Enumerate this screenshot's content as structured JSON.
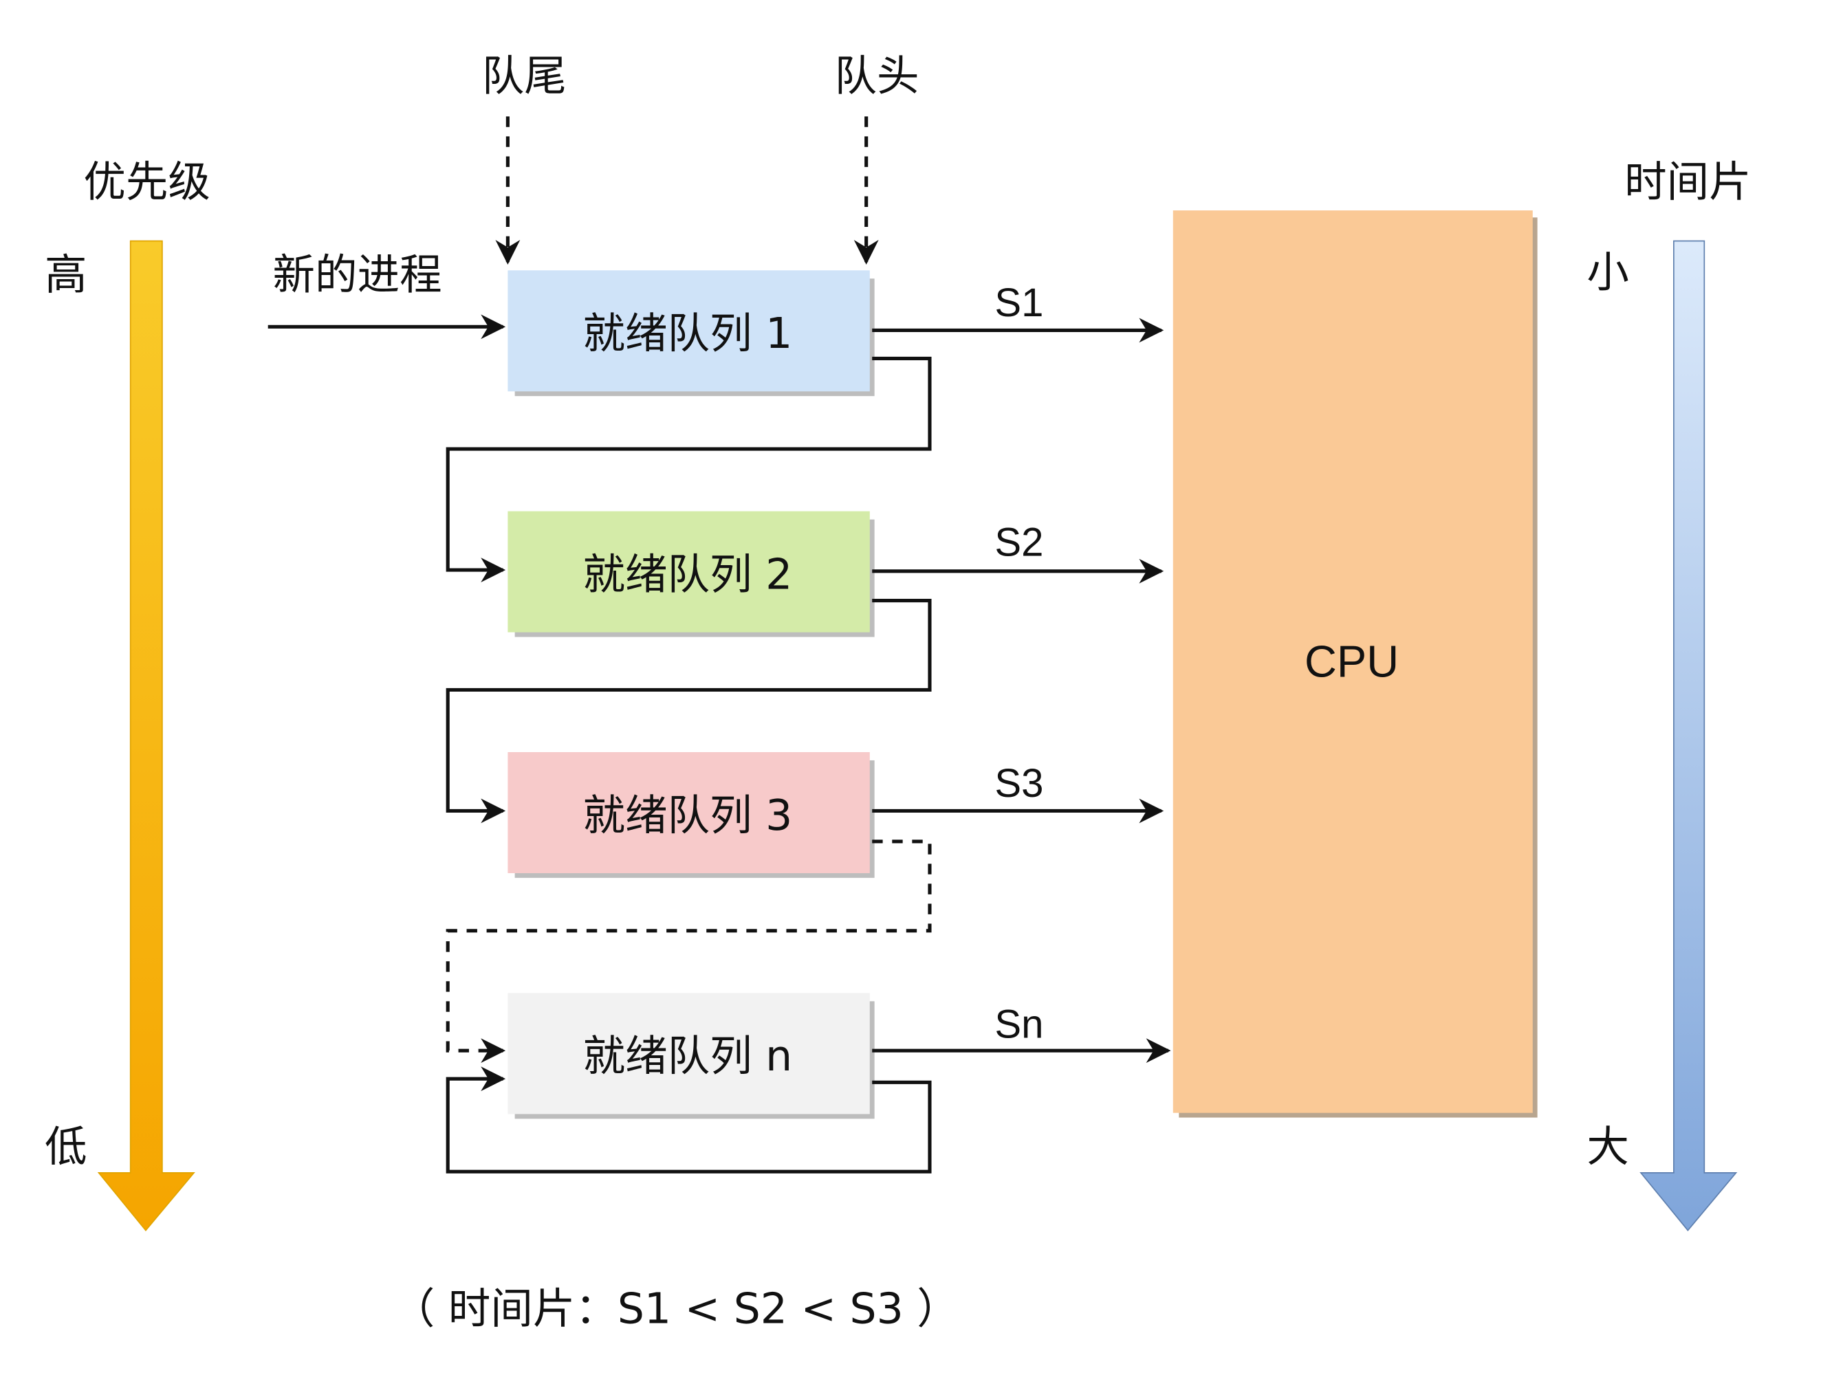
{
  "diagram": {
    "top_labels": {
      "tail": "队尾",
      "head": "队头"
    },
    "priority": {
      "title": "优先级",
      "high": "高",
      "low": "低",
      "color": "#F5A800"
    },
    "timeslice": {
      "title": "时间片",
      "small": "小",
      "large": "大",
      "color": "#7FA7DC"
    },
    "new_process_label": "新的进程",
    "queues": [
      {
        "label": "就绪队列 1",
        "color": "#CFE3F8",
        "slice": "S1"
      },
      {
        "label": "就绪队列 2",
        "color": "#D4EBA8",
        "slice": "S2"
      },
      {
        "label": "就绪队列 3",
        "color": "#F7CACA",
        "slice": "S3"
      },
      {
        "label": "就绪队列 n",
        "color": "#F2F2F2",
        "slice": "Sn"
      }
    ],
    "cpu": {
      "label": "CPU",
      "color": "#FAC996"
    },
    "caption": "（ 时间片：S1 < S2 < S3 ）"
  }
}
